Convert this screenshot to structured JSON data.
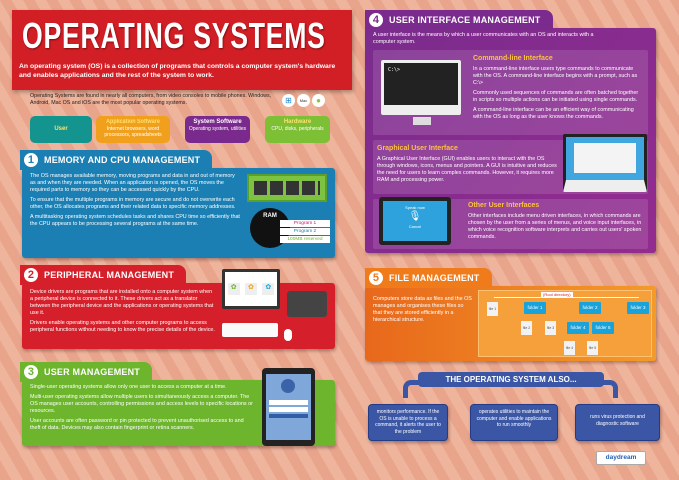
{
  "title": "Operating Systems",
  "subtitle": "An operating system (OS) is a collection of programs that controls a computer system's hardware and enables applications and the rest of the system to work.",
  "intro": "Operating Systems are found in nearly all computers, from video consoles to mobile phones. Windows, Android, Mac OS and iOS are the most popular operating systems.",
  "os_icons": [
    "windows-icon",
    "mac-icon",
    "android-icon"
  ],
  "flow": [
    {
      "title": "User",
      "desc": ""
    },
    {
      "title": "Application Software",
      "desc": "Internet browsers, word processors, spreadsheets"
    },
    {
      "title": "System Software",
      "desc": "Operating system, utilities"
    },
    {
      "title": "Hardware",
      "desc": "CPU, disks, peripherals"
    }
  ],
  "s1": {
    "num": "1",
    "title": "Memory and CPU Management",
    "color": "#1b7fb3",
    "paras": [
      "The OS manages available memory, moving programs and data in and out of memory as and when they are needed. When an application is opened, the OS moves the required parts to memory so they can be accessed quickly by the CPU.",
      "To ensure that the multiple programs in memory are secure and do not overwrite each other, the OS allocates programs and their related data to specific memory addresses.",
      "A multitasking operating system schedules tasks and shares CPU time so efficiently that the CPU appears to be processing several programs at the same time."
    ],
    "ram_label": "RAM",
    "ram_rows": [
      "Program 1",
      "Program 2",
      "100MB reserved"
    ]
  },
  "s2": {
    "num": "2",
    "title": "Peripheral Management",
    "color": "#d5202b",
    "paras": [
      "Device drivers are programs that are installed onto a computer system when a peripheral device is connected to it. These drivers act as a translator between the peripheral device and the applications or operating systems that use it.",
      "Drivers enable operating systems and other computer programs to access peripheral functions without needing to know the precise details of the device."
    ]
  },
  "s3": {
    "num": "3",
    "title": "User Management",
    "color": "#6cb52c",
    "paras": [
      "Single-user operating systems allow only one user to access a computer at a time.",
      "Multi-user operating systems allow multiple users to simultaneously access a computer. The OS manages user accounts, controlling permissions and access levels to specific locations or resources.",
      "User accounts are often password or pin protected to prevent unauthorised access to and theft of data. Devices may also contain fingerprint or retina scanners."
    ]
  },
  "s4": {
    "num": "4",
    "title": "User Interface Management",
    "color": "#7b2b8e",
    "intro": "A user interface is the means by which a user communicates with an OS and interacts with a computer system.",
    "cli": {
      "title": "Command-line Interface",
      "prompt": "C:\\>",
      "paras": [
        "In a command-line interface users type commands to communicate with the OS. A command-line interface begins with a prompt, such as C:\\>",
        "Commonly used sequences of commands are often batched together in scripts so multiple actions can be initiated using single commands.",
        "A command-line interface can be an efficient way of communicating with the OS as long as the user knows the commands."
      ]
    },
    "gui": {
      "title": "Graphical User Interface",
      "text": "A Graphical User Interface (GUI) enables users to interact with the OS through windows, icons, menus and pointers. A GUI is intuitive and reduces the need for users to learn complex commands. However, it requires more RAM and processing power."
    },
    "other": {
      "title": "Other User Interfaces",
      "text": "Other interfaces include menu driven interfaces, in which commands are chosen by the user from a series of menus, and voice input interfaces, in which voice recognition software interprets and carries out users' spoken commands.",
      "speak": "Speak now",
      "cancel": "Cancel"
    }
  },
  "s5": {
    "num": "5",
    "title": "File Management",
    "color": "#ef7b1b",
    "text": "Computers store data as files and the OS manages and organises these files so that they are stored efficiently in a hierarchical structure.",
    "root": "(Root directory)",
    "folders": [
      "folder 1",
      "folder 2",
      "folder 3",
      "folder 4",
      "folder 5"
    ],
    "files": [
      "file 1",
      "file 2",
      "file 3",
      "file 4",
      "file 5"
    ]
  },
  "also": {
    "title": "The Operating System also...",
    "items": [
      "monitors performance. If the OS is unable to process a command, it alerts the user to the problem",
      "operates utilities to maintain the computer and enable applications to run smoothly",
      "runs virus protection and diagnostic software"
    ]
  },
  "logo": "daydream"
}
